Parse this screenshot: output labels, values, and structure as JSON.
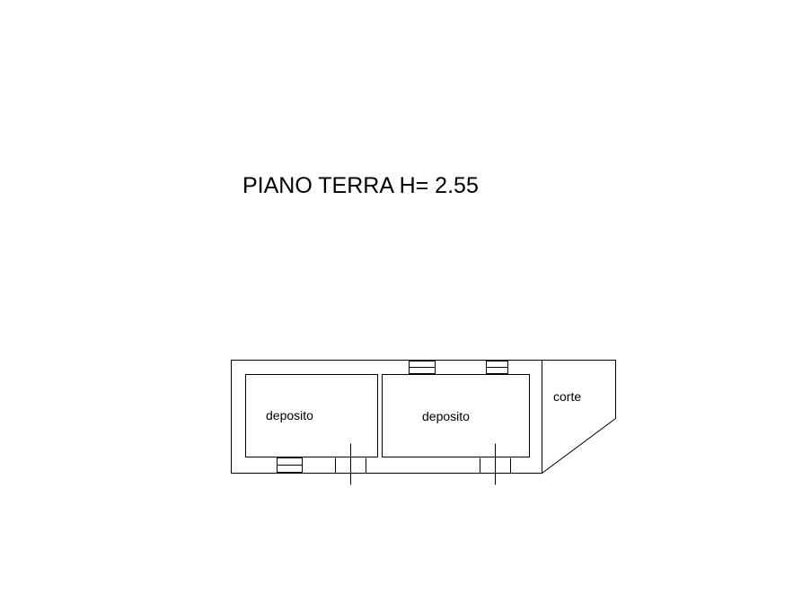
{
  "plan": {
    "title": "PIANO TERRA H= 2.55",
    "rooms": [
      {
        "label": "deposito"
      },
      {
        "label": "deposito"
      },
      {
        "label": "corte"
      }
    ]
  }
}
